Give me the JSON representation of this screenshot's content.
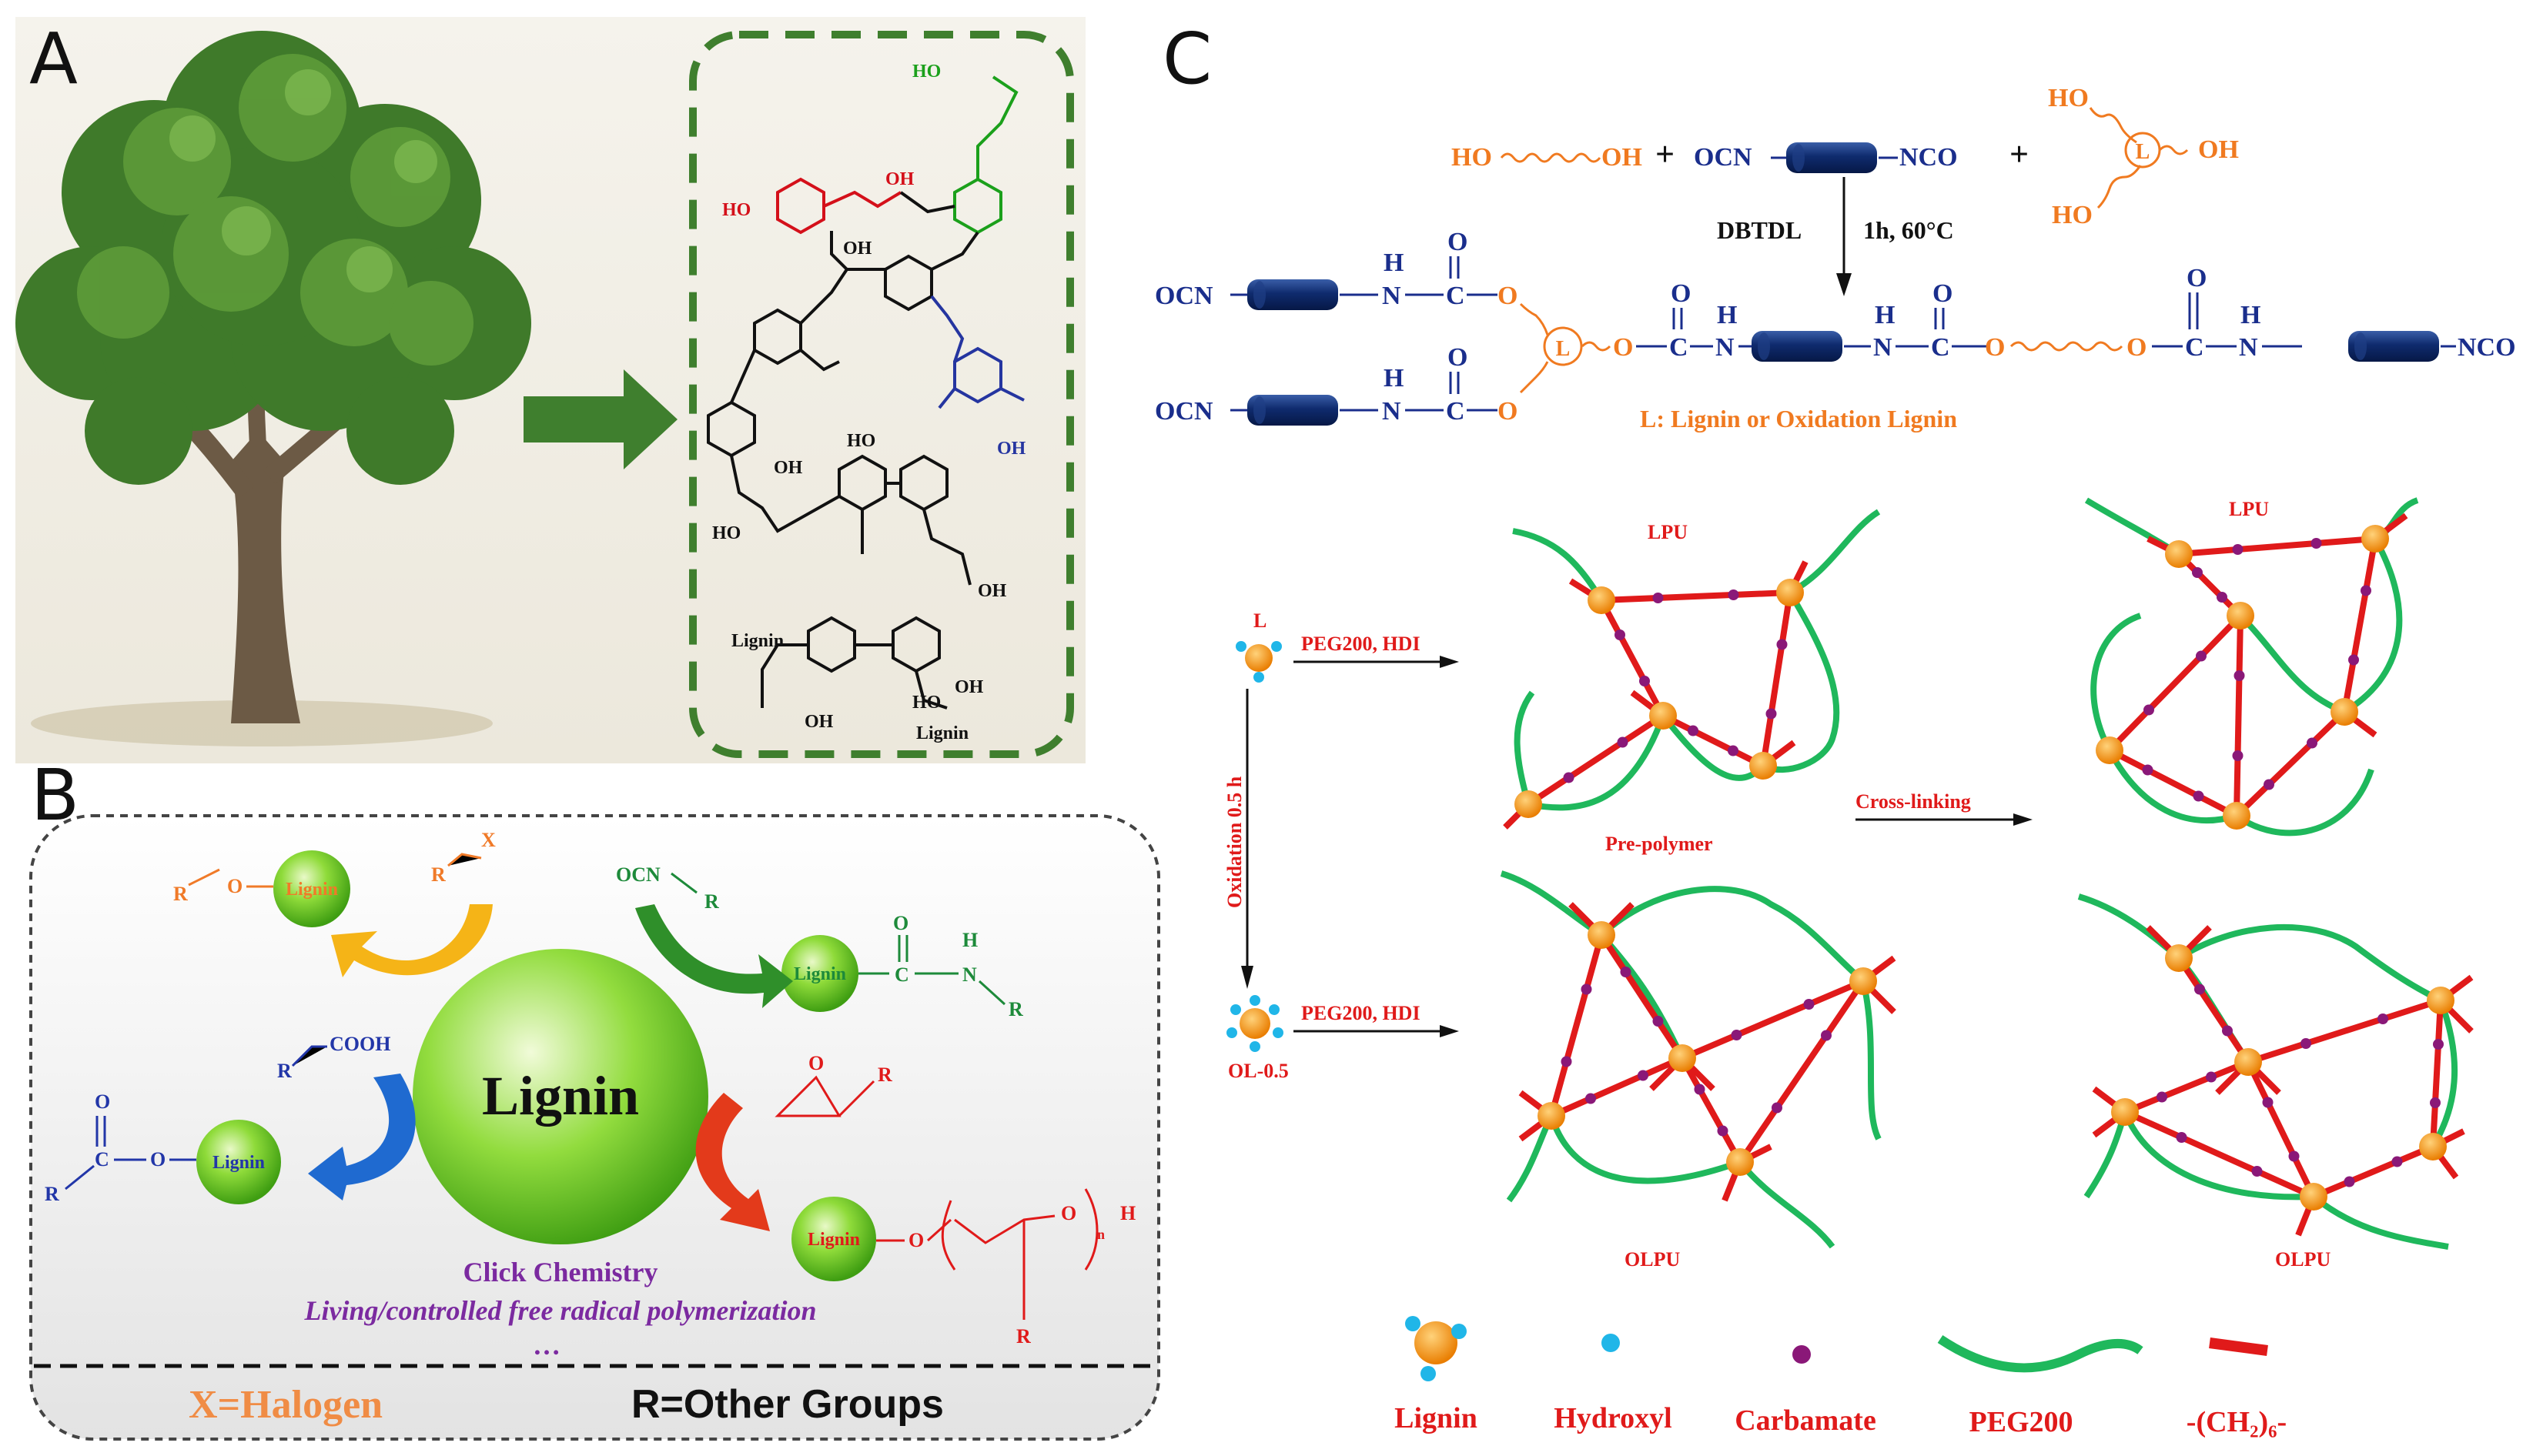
{
  "panels": {
    "a": {
      "label": "A",
      "lignin_label_1": "Lignin",
      "lignin_label_2": "Lignin",
      "groups": [
        "HO",
        "OH",
        "HO",
        "OH",
        "OH",
        "HO",
        "OH",
        "OH",
        "HO",
        "OH",
        "HO",
        "OH"
      ]
    },
    "b": {
      "label": "B",
      "center": "Lignin",
      "lignin_small": "Lignin",
      "top_left_reagent": "R",
      "top_left_x": "X",
      "top_left_product_r": "R",
      "top_left_product_o": "O",
      "top_right_reagent": "OCN",
      "top_right_reagent_r": "R",
      "top_right_o": "O",
      "top_right_c": "C",
      "top_right_h": "H",
      "top_right_n": "N",
      "top_right_r": "R",
      "left_reagent": "COOH",
      "left_reagent_r": "R",
      "left_o_top": "O",
      "left_c": "C",
      "left_o": "O",
      "left_r": "R",
      "right_o": "O",
      "right_r": "R",
      "right_bottom_o1": "O",
      "right_bottom_o2": "O",
      "right_bottom_h": "H",
      "right_bottom_n": "n",
      "right_bottom_r": "R",
      "method1": "Click Chemistry",
      "method2": "Living/controlled free radical polymerization",
      "ellipsis": "…",
      "footer_left": "X=Halogen",
      "footer_right": "R=Other Groups"
    },
    "c": {
      "label": "C",
      "reactant1_left": "HO",
      "reactant1_right": "OH",
      "plus": "+",
      "reactant2_left": "OCN",
      "reactant2_right": "NCO",
      "reactant3_top": "HO",
      "reactant3_right": "OH",
      "reactant3_bottom": "HO",
      "reactant3_core": "L",
      "catalyst": "DBTDL",
      "conditions": "1h, 60°C",
      "prod_ocn": "OCN",
      "prod_nco": "NCO",
      "prod_n": "N",
      "prod_h": "H",
      "prod_c": "C",
      "prod_o": "O",
      "prod_core": "L",
      "legend_l": "L: Lignin or Oxidation Lignin",
      "start_l": "L",
      "route_top": "PEG200, HDI",
      "route_bottom": "PEG200, HDI",
      "oxidation": "Oxidation 0.5 h",
      "ol_label": "OL-0.5",
      "lpu_1": "LPU",
      "lpu_2": "LPU",
      "prepolymer": "Pre-polymer",
      "crosslinking": "Cross-linking",
      "olpu_1": "OLPU",
      "olpu_2": "OLPU",
      "key": [
        "Lignin",
        "Hydroxyl",
        "Carbamate",
        "PEG200",
        "-(CH₂)₆-"
      ]
    }
  }
}
